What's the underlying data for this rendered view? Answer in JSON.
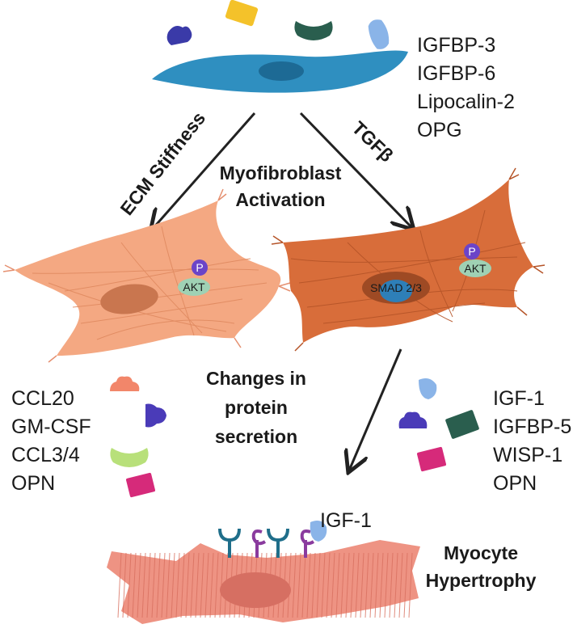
{
  "labels": {
    "ecm_stiffness": "ECM Stiffness",
    "tgfb": "TGFβ",
    "myofibroblast_line1": "Myofibroblast",
    "myofibroblast_line2": "Activation",
    "changes_line1": "Changes in",
    "changes_line2": "protein",
    "changes_line3": "secretion",
    "myocyte_line1": "Myocyte",
    "myocyte_line2": "Hypertrophy",
    "akt": "AKT",
    "phospho": "P",
    "smad": "SMAD 2/3",
    "igf1_receptor": "IGF-1"
  },
  "fibroblast_secretion": [
    "IGFBP-3",
    "IGFBP-6",
    "Lipocalin-2",
    "OPG"
  ],
  "stiffness_secretion": [
    "CCL20",
    "GM-CSF",
    "CCL3/4",
    "OPN"
  ],
  "tgfb_secretion": [
    "IGF-1",
    "IGFBP-5",
    "WISP-1",
    "OPN"
  ],
  "colors": {
    "fibroblast": "#2f8fc0",
    "fibroblast_nucleus": "#1d6a95",
    "myofib_light": "#f4a882",
    "myofib_dark": "#d86d3a",
    "myocyte": "#ee9383",
    "akt": "#9fd1b4",
    "phospho": "#6b44c8",
    "smad": "#2e7fb8",
    "arrow": "#222222"
  }
}
